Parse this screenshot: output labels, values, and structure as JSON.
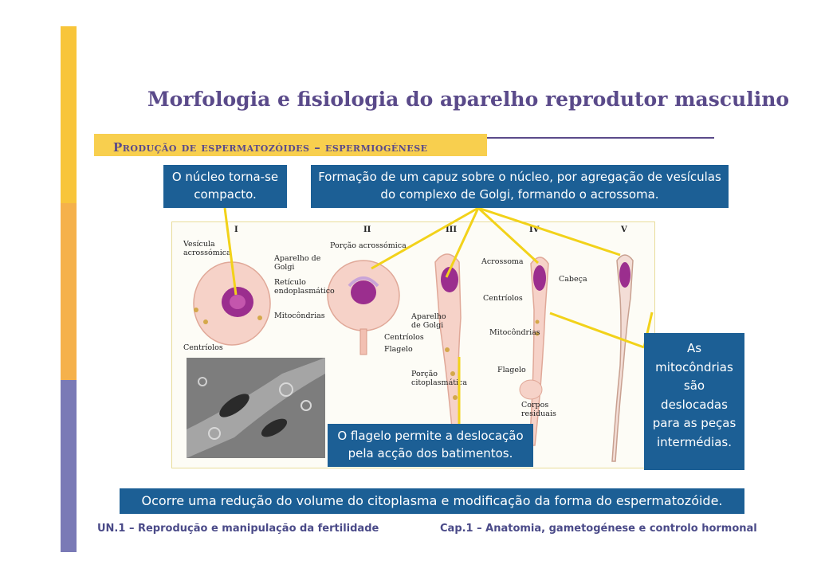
{
  "title": "Morfologia e fisiologia do aparelho reprodutor masculino",
  "section": "Produção de espermatozóides – espermiogénese",
  "callouts": {
    "nucleus": "O núcleo torna-se compacto.",
    "acrosome": "Formação de um capuz sobre o núcleo, por agregação de vesículas do complexo de Golgi, formando o acrossoma.",
    "flagellum": "O flagelo permite a deslocação pela acção dos batimentos.",
    "mitochondria": "As mitocôndrias são deslocadas para as peças intermédias.",
    "summary": "Ocorre uma redução do volume do citoplasma e modificação da forma do espermatozóide."
  },
  "figure": {
    "stages": [
      "I",
      "II",
      "III",
      "IV",
      "V"
    ],
    "labels": {
      "vesicula": "Vesícula acrossómica",
      "golgi": "Aparelho de Golgi",
      "reticulo": "Retículo endoplasmático",
      "mitocondrias": "Mitocôndrias",
      "centriolos": "Centríolos",
      "porcao_acrossomica": "Porção acrossómica",
      "golgi2": "Aparelho de Golgi",
      "centriolos2": "Centríolos",
      "flagelo": "Flagelo",
      "porcao_citoplasmatica": "Porção citoplasmática",
      "acrossoma": "Acrossoma",
      "centriolos3": "Centríolos",
      "mitocondrias2": "Mitocôndrias",
      "flagelo2": "Flagelo",
      "cabeca": "Cabeça",
      "corpos_residuais": "Corpos residuais"
    }
  },
  "footer": {
    "left": "UN.1 – Reprodução e manipulação da fertilidade",
    "right": "Cap.1 – Anatomia, gametogénese e controlo hormonal"
  },
  "colors": {
    "callout_bg": "#1c5f95",
    "title_color": "#5a4a8a",
    "pointer": "#f2d21a",
    "bar_top": "#f8c53a",
    "bar_bottom": "#7a7ab6"
  }
}
